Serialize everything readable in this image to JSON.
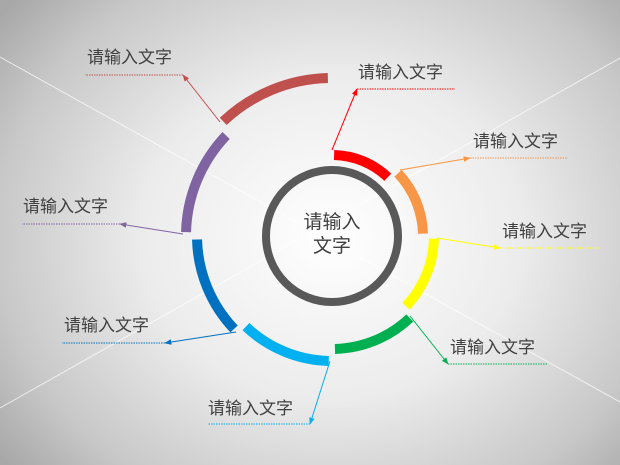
{
  "center": {
    "line1": "请输入",
    "line2": "文字"
  },
  "segments": [
    {
      "label": "请输入文字",
      "color": "#ff0000"
    },
    {
      "label": "请输入文字",
      "color": "#f79646"
    },
    {
      "label": "请输入文字",
      "color": "#ffff00"
    },
    {
      "label": "请输入文字",
      "color": "#00b050"
    },
    {
      "label": "请输入文字",
      "color": "#00b0f0"
    },
    {
      "label": "请输入文字",
      "color": "#0070c0"
    },
    {
      "label": "请输入文字",
      "color": "#8064a2"
    },
    {
      "label": "请输入文字",
      "color": "#c0504d"
    }
  ],
  "ring_color": "#595959"
}
